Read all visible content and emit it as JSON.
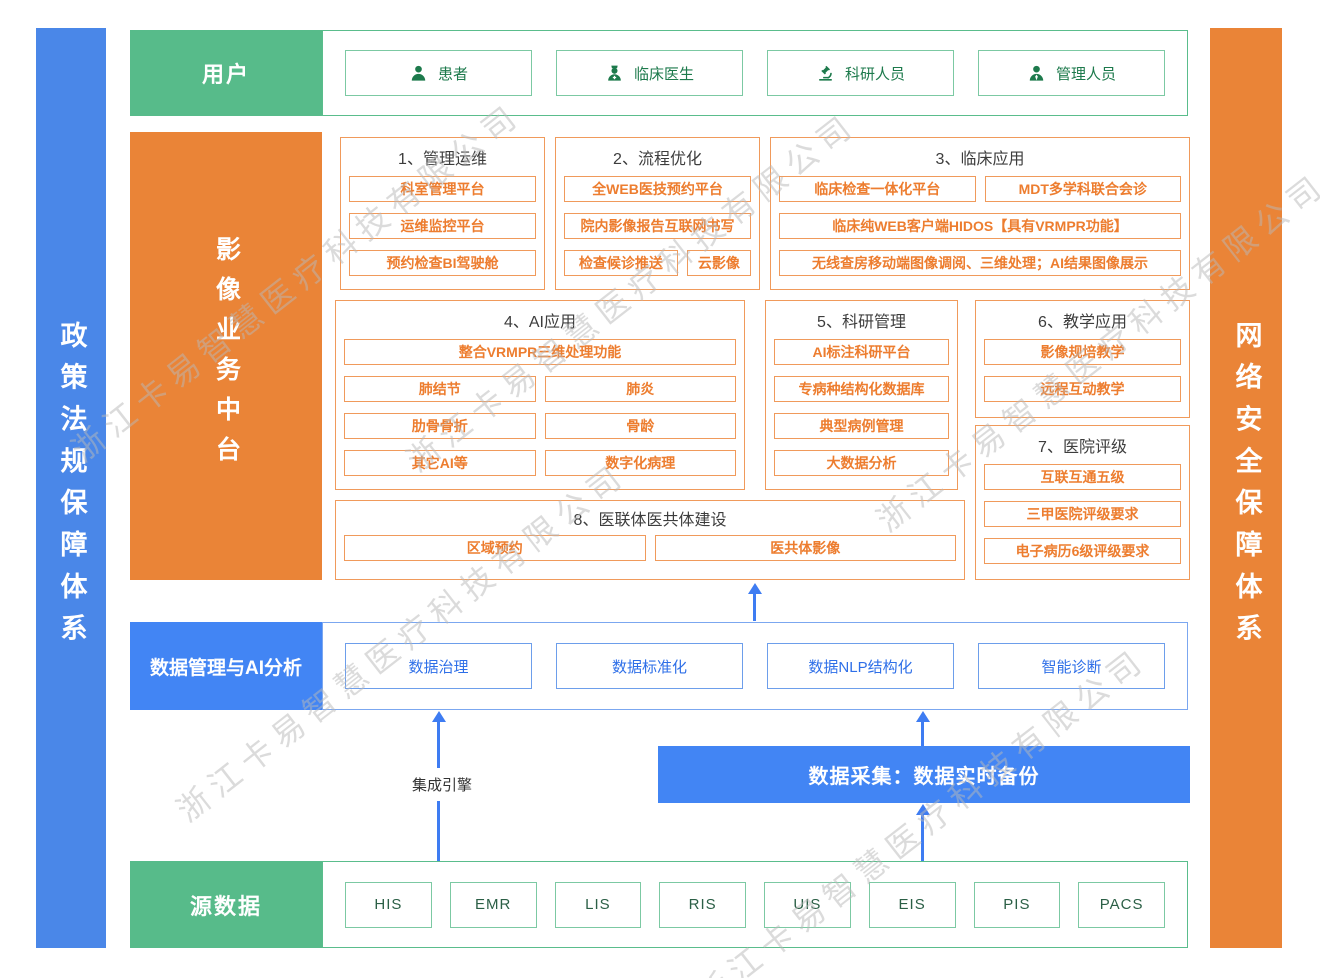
{
  "watermark": {
    "text": "浙江卡易智慧医疗科技有限公司"
  },
  "sidebars": {
    "left": "政策法规保障体系",
    "right": "网络安全保障体系"
  },
  "users": {
    "label": "用户",
    "items": [
      {
        "icon": "patient-icon",
        "label": "患者"
      },
      {
        "icon": "doctor-icon",
        "label": "临床医生"
      },
      {
        "icon": "microscope-icon",
        "label": "科研人员"
      },
      {
        "icon": "admin-icon",
        "label": "管理人员"
      }
    ]
  },
  "platform": {
    "label": "影像业务中台",
    "sections": [
      {
        "title": "1、管理运维",
        "rows": [
          [
            "科室管理平台"
          ],
          [
            "运维监控平台"
          ],
          [
            "预约检查BI驾驶舱"
          ]
        ]
      },
      {
        "title": "2、流程优化",
        "rows": [
          [
            "全WEB医技预约平台"
          ],
          [
            "院内影像报告互联网书写"
          ],
          [
            "检查候诊推送",
            "云影像"
          ]
        ]
      },
      {
        "title": "3、临床应用",
        "rows": [
          [
            "临床检查一体化平台",
            "MDT多学科联合会诊"
          ],
          [
            "临床纯WEB客户端HIDOS【具有VRMPR功能】"
          ],
          [
            "无线查房移动端图像调阅、三维处理；AI结果图像展示"
          ]
        ]
      },
      {
        "title": "4、AI应用",
        "rows": [
          [
            "整合VRMPR三维处理功能"
          ],
          [
            "肺结节",
            "肺炎"
          ],
          [
            "肋骨骨折",
            "骨龄"
          ],
          [
            "其它AI等",
            "数字化病理"
          ]
        ]
      },
      {
        "title": "5、科研管理",
        "rows": [
          [
            "AI标注科研平台"
          ],
          [
            "专病种结构化数据库"
          ],
          [
            "典型病例管理"
          ],
          [
            "大数据分析"
          ]
        ]
      },
      {
        "title": "6、教学应用",
        "rows": [
          [
            "影像规培教学"
          ],
          [
            "远程互动教学"
          ]
        ]
      },
      {
        "title": "7、医院评级",
        "rows": [
          [
            "互联互通五级"
          ],
          [
            "三甲医院评级要求"
          ],
          [
            "电子病历6级评级要求"
          ]
        ]
      },
      {
        "title": "8、医联体医共体建设",
        "rows": [
          [
            "区域预约",
            "医共体影像"
          ]
        ]
      }
    ]
  },
  "data_mgmt": {
    "label": "数据管理与AI分析",
    "items": [
      "数据治理",
      "数据标准化",
      "数据NLP结构化",
      "智能诊断"
    ]
  },
  "integration": {
    "engine_label": "集成引擎",
    "collection_label": "数据采集：数据实时备份"
  },
  "source_data": {
    "label": "源数据",
    "items": [
      "HIS",
      "EMR",
      "LIS",
      "RIS",
      "UIS",
      "EIS",
      "PIS",
      "PACS"
    ]
  },
  "colors": {
    "green": "#57BB8A",
    "orange": "#EA8437",
    "blue": "#4285F4",
    "arrow_blue": "#3E7CF2"
  }
}
